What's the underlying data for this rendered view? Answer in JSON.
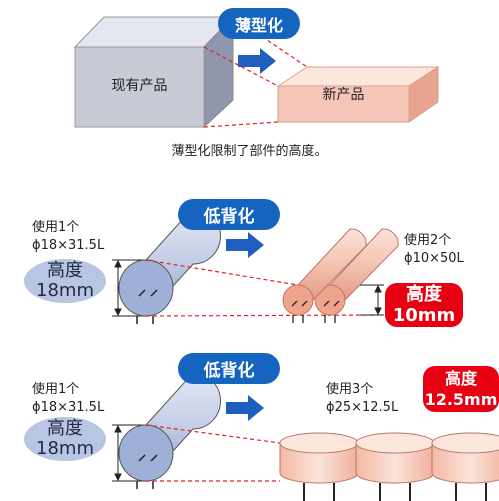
{
  "colors": {
    "accent_blue": "#1565c0",
    "arrow_blue": "#1f5fbf",
    "highlight_red": "#e60012",
    "old_part_fill": "#b9c6e3",
    "new_part_fill": "#f6c7b8",
    "dashed_line": "#e0202a"
  },
  "section1": {
    "badge": "薄型化",
    "old_label": "现有产品",
    "new_label": "新产品",
    "caption": "薄型化限制了部件的高度。"
  },
  "section2": {
    "badge": "低背化",
    "left_spec_line1": "使用1个",
    "left_spec_line2": "ϕ18×31.5L",
    "left_height_label": "高度",
    "left_height_value": "18mm",
    "right_spec_line1": "使用2个",
    "right_spec_line2": "ϕ10×50L",
    "right_height_label": "高度",
    "right_height_value": "10mm"
  },
  "section3": {
    "badge": "低背化",
    "left_spec_line1": "使用1个",
    "left_spec_line2": "ϕ18×31.5L",
    "left_height_label": "高度",
    "left_height_value": "18mm",
    "right_spec_line1": "使用3个",
    "right_spec_line2": "ϕ25×12.5L",
    "right_height_label": "高度",
    "right_height_value": "12.5mm"
  }
}
